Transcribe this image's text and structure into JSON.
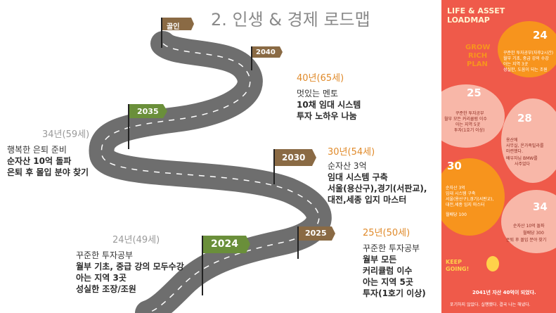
{
  "title": "2. 인생 & 경제 로드맵",
  "flags": {
    "goal": "골인",
    "y2040": "2040",
    "y2035": "2035",
    "y2030": "2030",
    "y2025": "2025",
    "y2024": "2024"
  },
  "milestones": {
    "age65": {
      "age": "40년(65세)",
      "lines": [
        "멋있는 멘토",
        "10채 임대 시스템",
        "투자 노하우 나눔"
      ]
    },
    "age59": {
      "age": "34년(59세)",
      "lines": [
        "행복한 은퇴 준비",
        "순자산 10억 돌파",
        "은퇴 후 몰입 분야 찾기"
      ]
    },
    "age54": {
      "age": "30년(54세)",
      "lines": [
        "순자산 3억",
        "임대 시스템 구축",
        "서울(용산구),경기(서판교),",
        "대전,세종 입지 마스터"
      ]
    },
    "age50": {
      "age": "25년(50세)",
      "lines": [
        "꾸준한 투자공부",
        "월부 모든",
        "커리큘럼 이수",
        "아는 지역 5곳",
        "투자(1호기 이상)"
      ]
    },
    "age49": {
      "age": "24년(49세)",
      "lines": [
        "꾸준한 투자공부",
        "월부 기초, 중급 강의 모두수강",
        "아는 지역 3곳",
        "성실한 조장/조원"
      ]
    }
  },
  "poster": {
    "heading1": "LIFE & ASSET",
    "heading2": "LOADMAP",
    "grow": [
      "GROW",
      "RICH",
      "PLAN"
    ],
    "n24": "24",
    "n25": "25",
    "n28": "28",
    "n30": "30",
    "n34": "34",
    "t24": [
      "꾸준한 투자공부(자후2시간)",
      "월부 기초, 중급 강의 수강",
      "아는 지역 3곳",
      "성실한, 도움이 되는 조원"
    ],
    "t25": [
      "꾸준한 투자공부",
      "월부 모든 커리큘럼 이수",
      "아는 지역 5곳",
      "투자(1호기 이상)"
    ],
    "t28": [
      "용산에",
      "사무실, 온가족빌라를",
      "마련했다.",
      "배우자님 BMW를",
      "사주었다"
    ],
    "t30": [
      "순자산 3억",
      "임대 시스템 구축",
      "서울(용산구),경기(서판교),",
      "대전,세종 입지 마스터",
      "월배당 100"
    ],
    "t34": [
      "순자산 10억 돌파",
      "월배당 300",
      "은퇴 후 몰입 분야 찾기"
    ],
    "keep": [
      "KEEP",
      "GOING!"
    ],
    "final": "2041년 자산 40억이 되었다.",
    "footer": "포기하지 않았다. 실행했다. 결국 나는 해냈다.",
    "colors": {
      "bg": "#ef5a4a",
      "orange": "#f7941d",
      "pink": "#f8b7a8",
      "yellow": "#ffd24a"
    }
  },
  "colors": {
    "road": "#6e6e6e",
    "orange_text": "#e08a2a",
    "green_flag": "#6a8f3a",
    "brown_flag": "#8a6a44"
  }
}
